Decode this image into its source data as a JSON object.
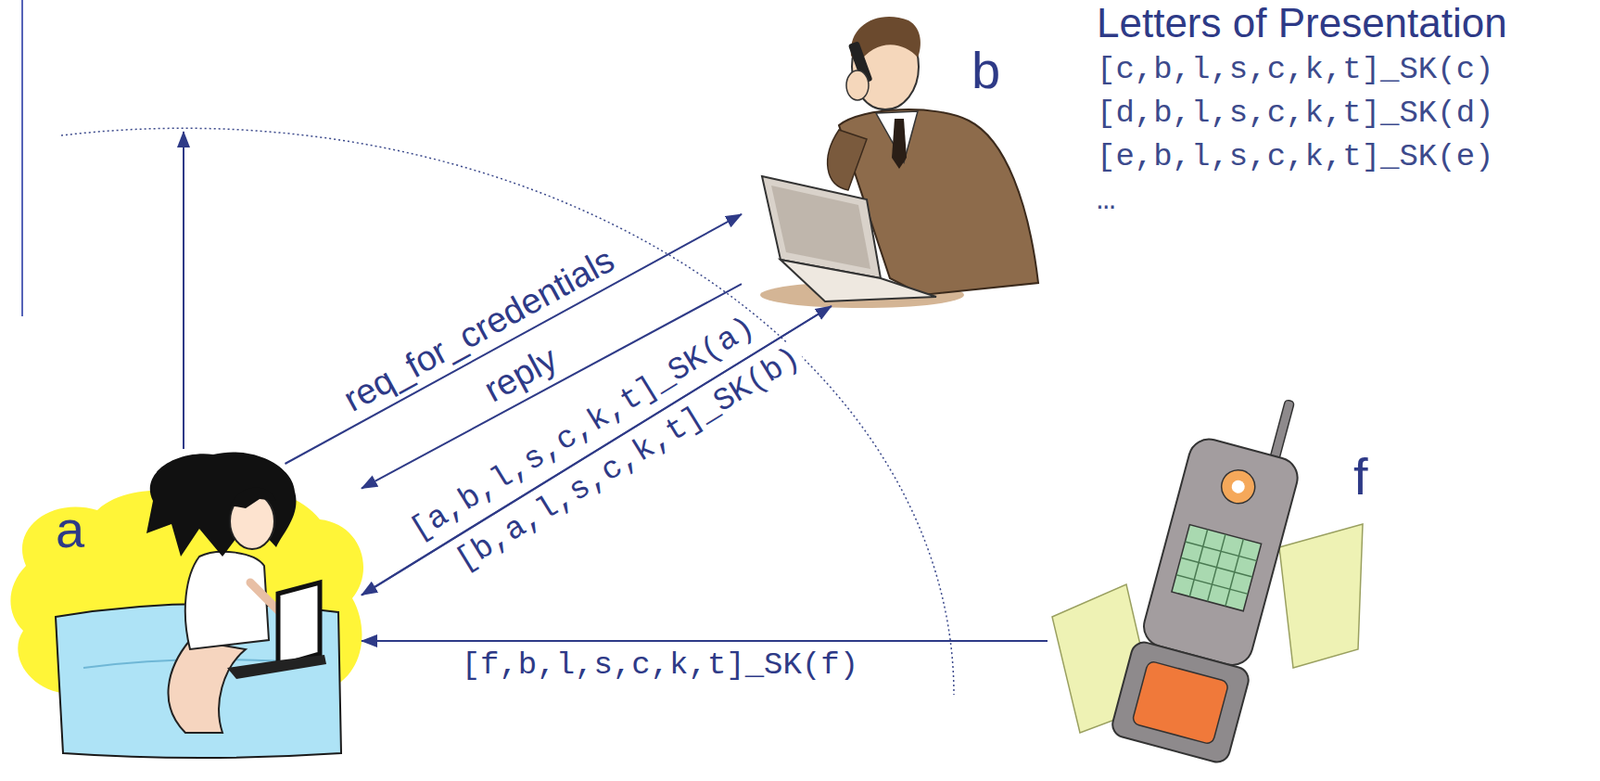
{
  "diagram": {
    "title": "Letters of Presentation",
    "nodes": [
      {
        "text": [
          "a"
        ]
      },
      {
        "text": [
          "b"
        ]
      },
      {
        "text": [
          "f"
        ]
      }
    ],
    "edges": [
      {
        "from": 0,
        "to": 1,
        "label": "req_for_credentials",
        "arrow": "to"
      },
      {
        "from": 1,
        "to": 0,
        "label": "reply",
        "arrow": "to"
      },
      {
        "from": 0,
        "to": 1,
        "label": "[a,b,l,s,c,k,t]_SK(a)",
        "arrow": "to"
      },
      {
        "from": 1,
        "to": 0,
        "label": "[b,a,l,s,c,k,t]_SK(b)",
        "arrow": "to"
      },
      {
        "from": 2,
        "to": 0,
        "label": "[f,b,l,s,c,k,t]_SK(f)",
        "arrow": "to"
      }
    ],
    "labels": [
      "[c,b,l,s,c,k,t]_SK(c)",
      "[d,b,l,s,c,k,t]_SK(d)",
      "[e,b,l,s,c,k,t]_SK(e)",
      "…"
    ]
  }
}
